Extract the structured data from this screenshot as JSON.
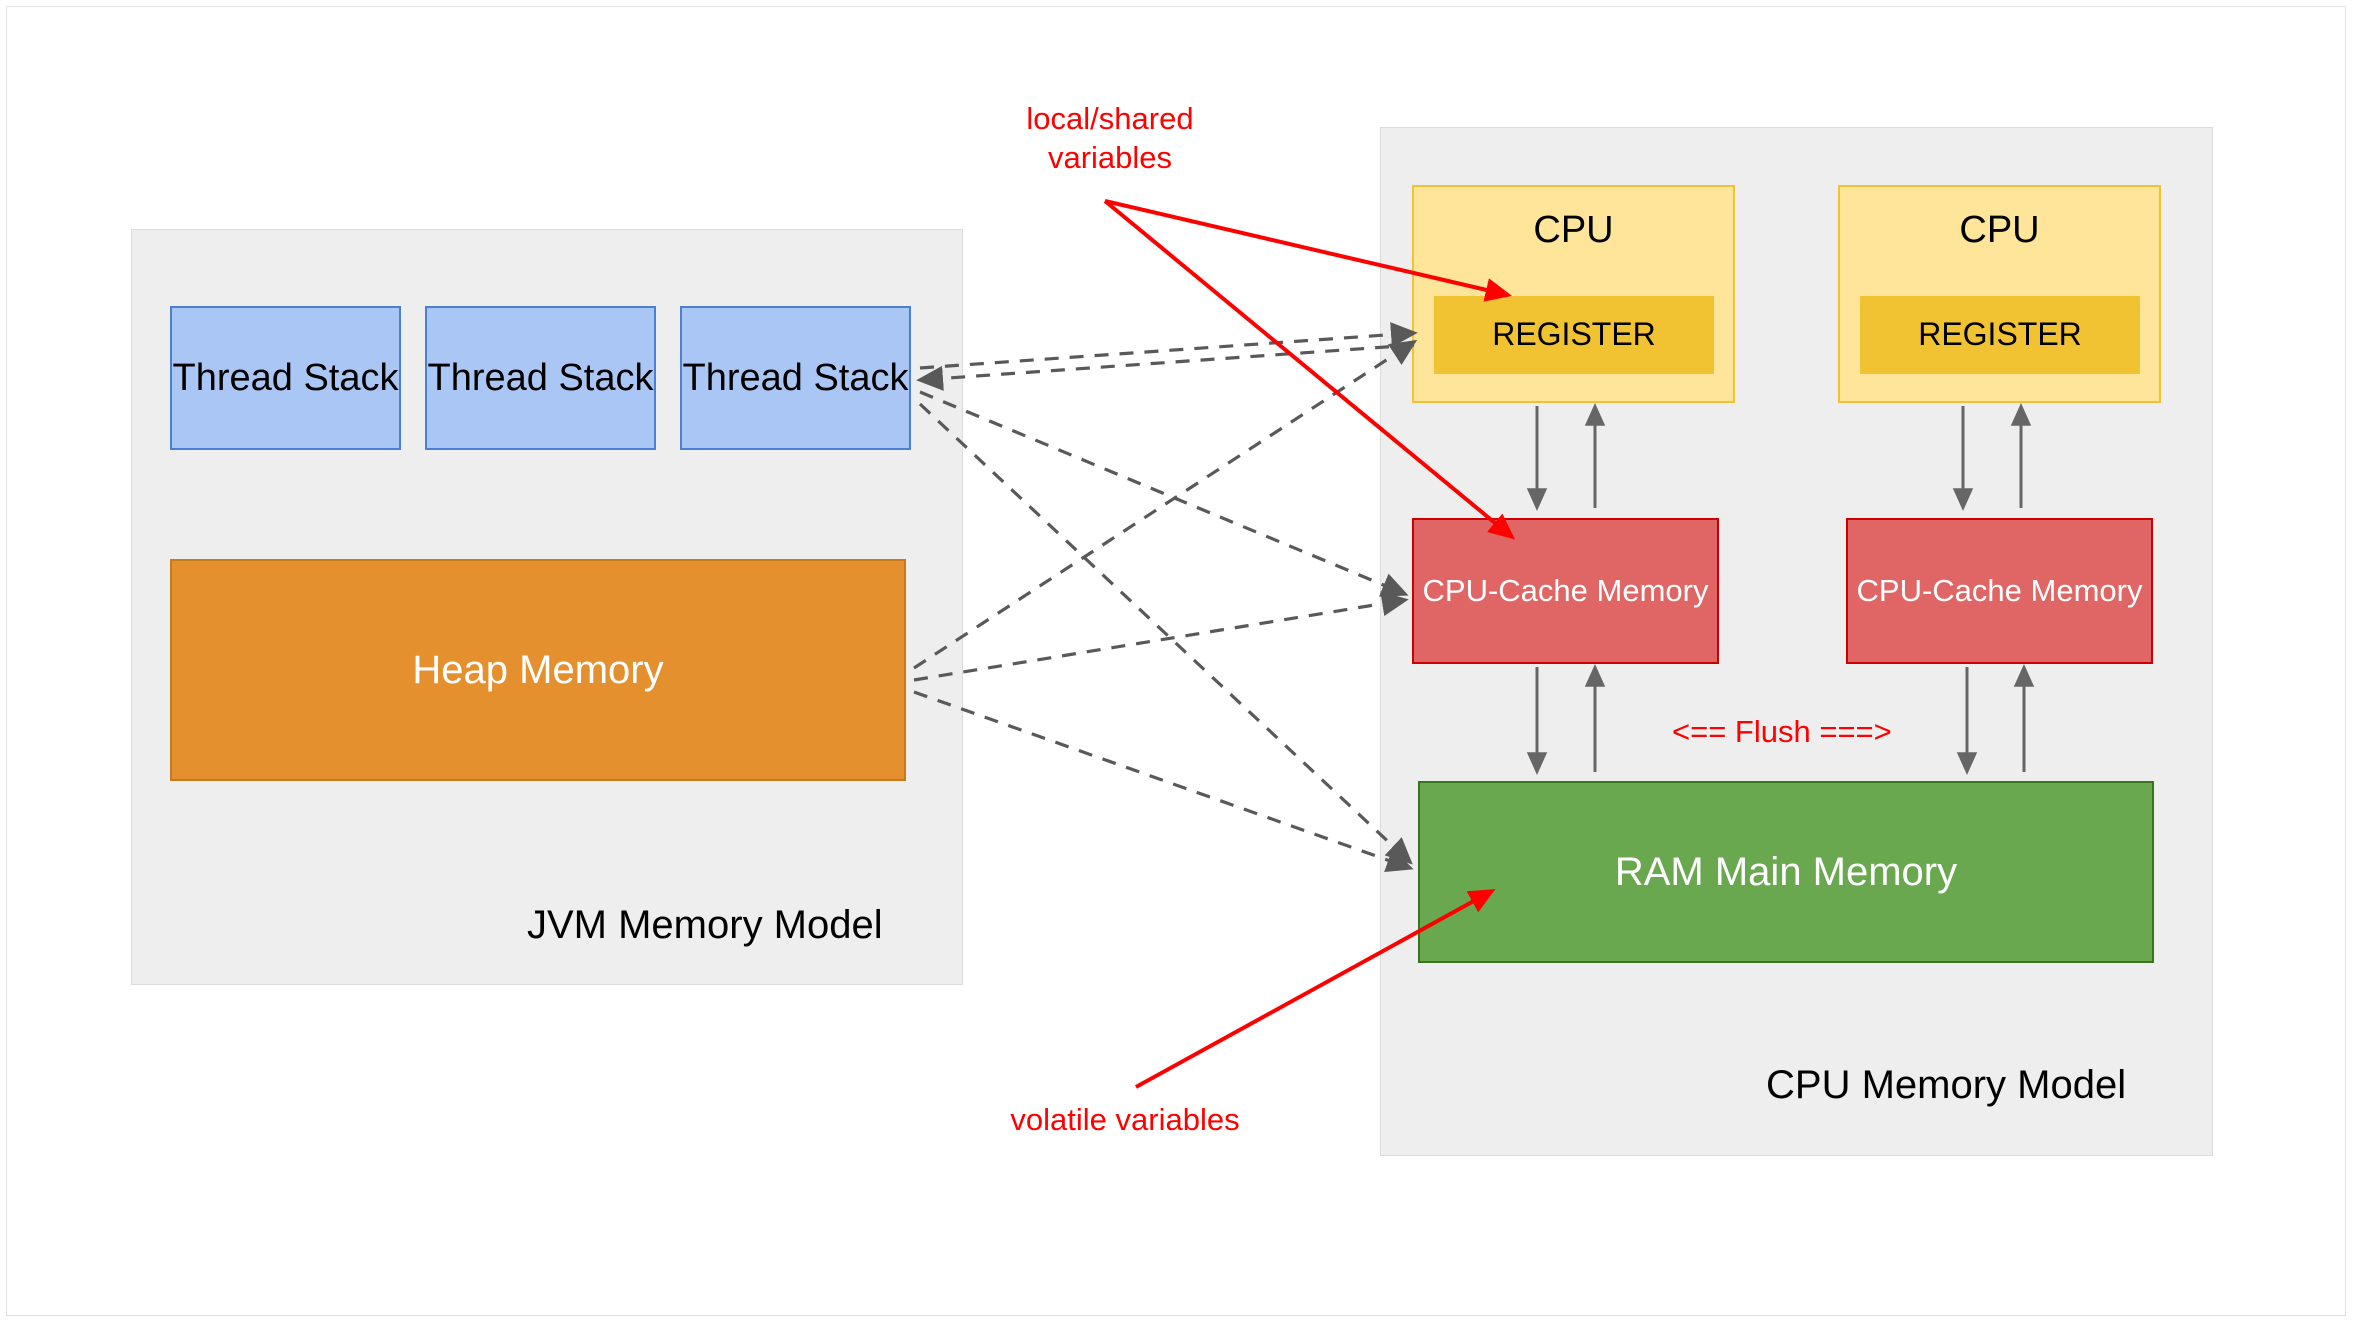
{
  "diagram": {
    "panels": [
      {
        "id": "jvm",
        "title": "JVM Memory Model"
      },
      {
        "id": "cpu",
        "title": "CPU Memory Model"
      }
    ],
    "jvm": {
      "title": "JVM Memory Model",
      "thread_stacks": [
        {
          "label": "Thread\nStack"
        },
        {
          "label": "Thread\nStack"
        },
        {
          "label": "Thread\nStack"
        }
      ],
      "heap": {
        "label": "Heap Memory"
      }
    },
    "cpu": {
      "title": "CPU Memory Model",
      "cores": [
        {
          "label": "CPU",
          "register": "REGISTER",
          "cache": "CPU-Cache\nMemory"
        },
        {
          "label": "CPU",
          "register": "REGISTER",
          "cache": "CPU-Cache\nMemory"
        }
      ],
      "ram": {
        "label": "RAM Main Memory"
      }
    },
    "annotations": [
      {
        "id": "local-shared",
        "text": "local/shared\nvariables",
        "color": "#ff0000"
      },
      {
        "id": "flush",
        "text": "<== Flush ===>",
        "color": "#ff0000"
      },
      {
        "id": "volatile",
        "text": "volatile variables",
        "color": "#ff0000"
      }
    ],
    "colors": {
      "panel_bg": "#eeeeee",
      "panel_border": "#dcdcdc",
      "thread_stack_fill": "#a9c6f5",
      "thread_stack_border": "#4a7fd4",
      "heap_fill": "#e4902f",
      "heap_border": "#c77a1c",
      "cpu_fill": "#ffe599",
      "cpu_border": "#f1c232",
      "register_fill": "#f1c232",
      "cache_fill": "#e06666",
      "cache_border": "#cc0000",
      "ram_fill": "#6aa84f",
      "ram_border": "#38761d",
      "dashed_arrow": "#595959",
      "red_annotation": "#ff0000",
      "page_bg": "#ffffff"
    }
  }
}
